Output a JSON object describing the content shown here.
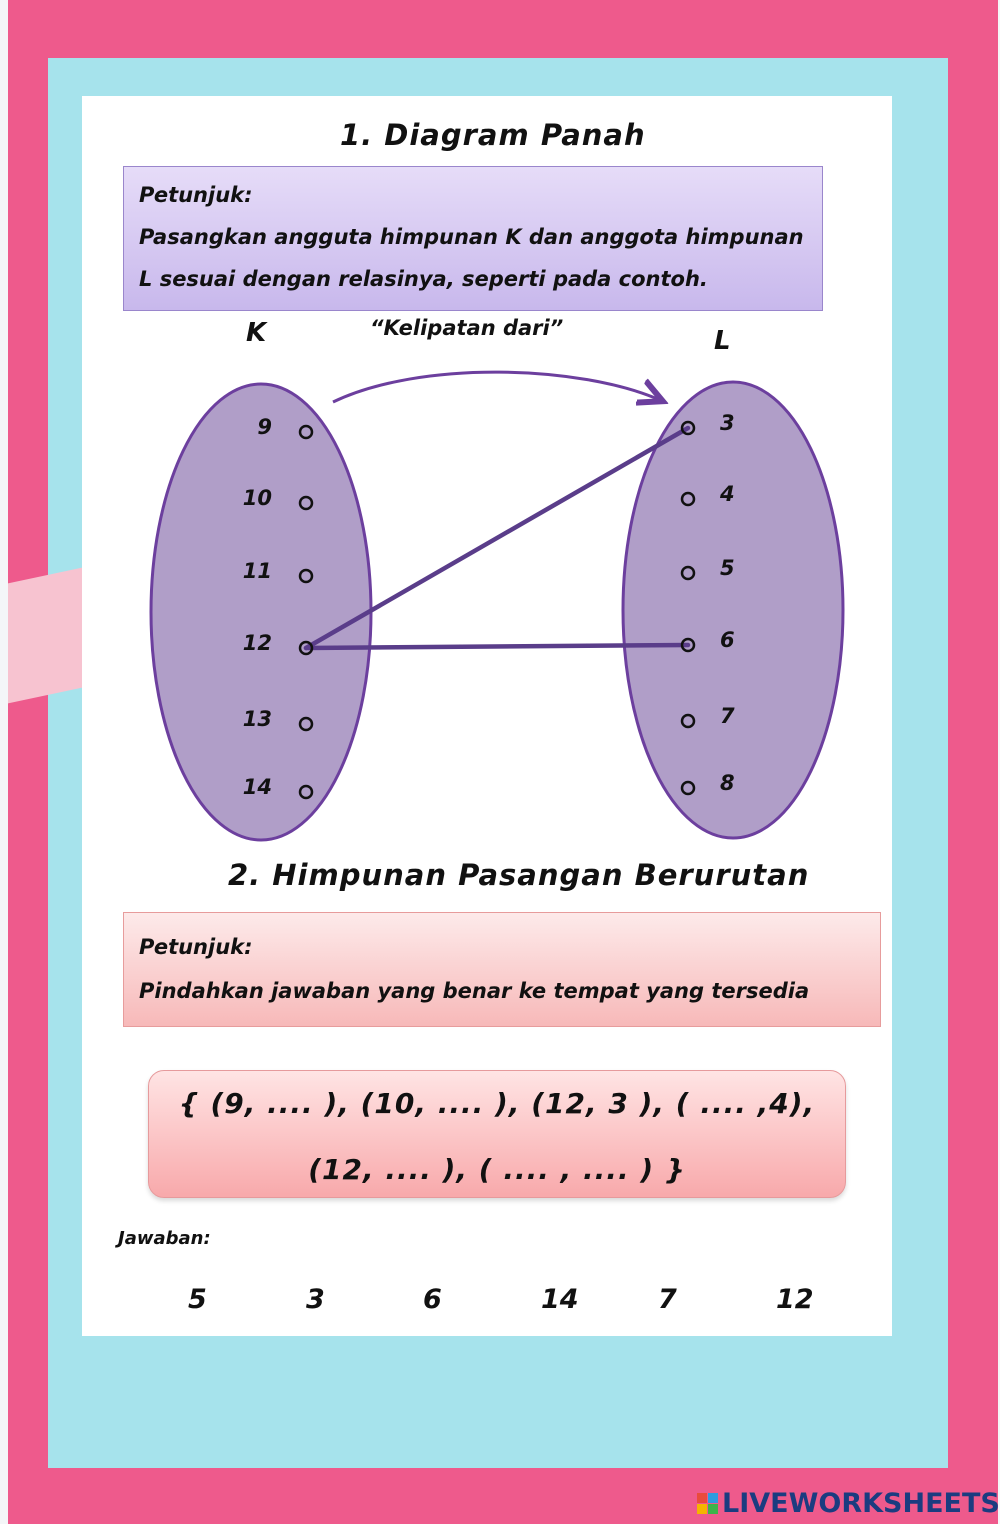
{
  "section1": {
    "title": "1. Diagram Panah",
    "instruction_label": "Petunjuk:",
    "instruction_line1": "Pasangkan angguta himpunan K dan anggota himpunan",
    "instruction_line2": "L sesuai dengan relasinya, seperti pada contoh."
  },
  "diagram": {
    "set_k_label": "K",
    "set_l_label": "L",
    "relation": "“Kelipatan dari”",
    "set_k": [
      "9",
      "10",
      "11",
      "12",
      "13",
      "14"
    ],
    "set_l": [
      "3",
      "4",
      "5",
      "6",
      "7",
      "8"
    ],
    "example_pairs": [
      [
        "12",
        "3"
      ],
      [
        "12",
        "6"
      ]
    ],
    "colors": {
      "ellipse_fill": "#b09ec8",
      "ellipse_stroke": "#6c3f9e",
      "line": "#5a3d8a"
    }
  },
  "section2": {
    "title": "2. Himpunan Pasangan Berurutan",
    "instruction_label": "Petunjuk:",
    "instruction_line1": "Pindahkan jawaban yang benar ke tempat yang tersedia"
  },
  "answer": {
    "line1": "{ (9, .... ), (10, .... ), (12, 3 ), ( .... ,4),",
    "line2": "(12, .... ), ( .... , .... ) }"
  },
  "choices": {
    "label": "Jawaban:",
    "items": [
      "5",
      "3",
      "6",
      "14",
      "7",
      "12"
    ]
  },
  "watermark": "LIVEWORKSHEETS"
}
